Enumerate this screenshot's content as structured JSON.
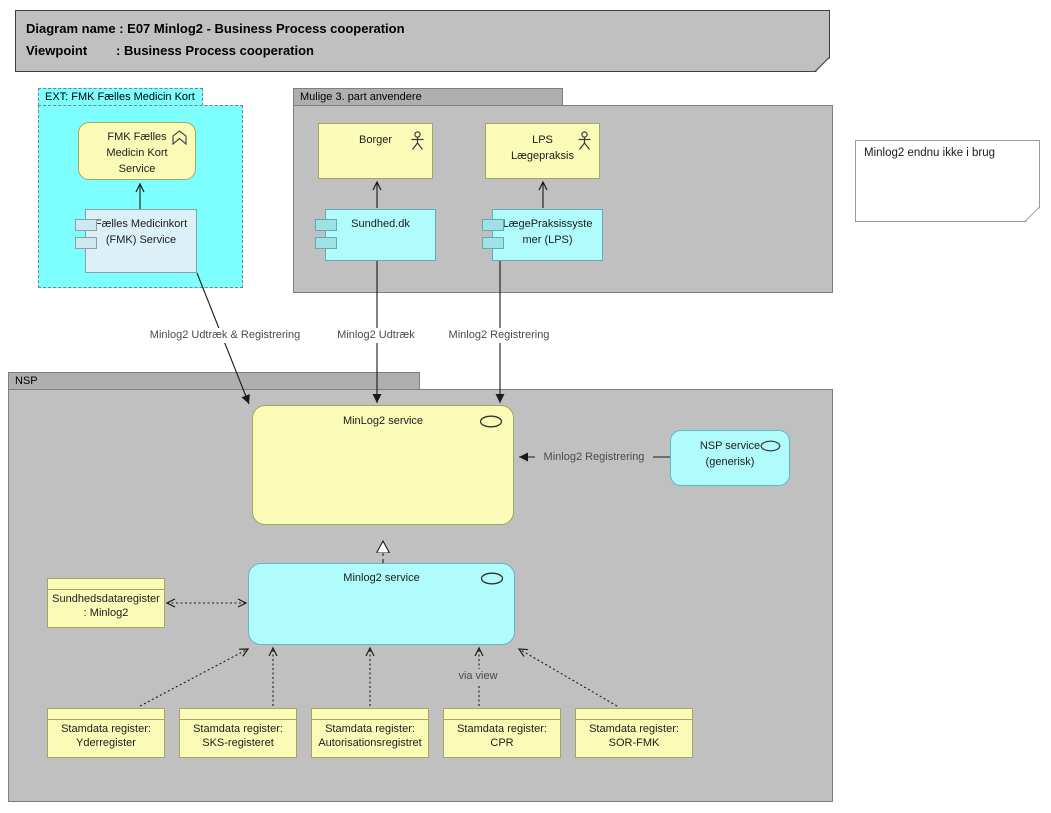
{
  "title": {
    "line1": "Diagram name : E07 Minlog2 - Business Process cooperation",
    "line2": "Viewpoint        : Business Process cooperation"
  },
  "groups": {
    "ext": {
      "label": "EXT: FMK Fælles Medicin Kort"
    },
    "mulige": {
      "label": "Mulige 3. part anvendere"
    },
    "nsp": {
      "label": "NSP"
    }
  },
  "nodes": {
    "fmk_service": {
      "label": "FMK Fælles Medicin Kort Service",
      "icon": "chevron-up-icon"
    },
    "fmk_component": {
      "label": "Fælles Medicinkort (FMK) Service",
      "icon": "component-icon"
    },
    "borger": {
      "label": "Borger",
      "icon": "actor-icon"
    },
    "lps_actor": {
      "label": "LPS Lægepraksis",
      "icon": "actor-icon"
    },
    "sundhed_dk": {
      "label": "Sundhed.dk",
      "icon": "component-icon"
    },
    "lps_component": {
      "label": "LægePraksissystemer (LPS)",
      "icon": "component-icon"
    },
    "minlog2_service_business": {
      "label": "MinLog2 service",
      "icon": "service-oval-icon"
    },
    "nsp_service_generic": {
      "line1": "NSP service",
      "line2": "(generisk)",
      "icon": "service-oval-icon"
    },
    "minlog2_service_app": {
      "label": "Minlog2 service",
      "icon": "service-oval-icon"
    },
    "sundhedsdataregister": {
      "label": "Sundhedsdataregister: Minlog2"
    },
    "stamdata": [
      {
        "label": "Stamdata register: Yderregister"
      },
      {
        "label": "Stamdata register: SKS-registeret"
      },
      {
        "label": "Stamdata register: Autorisationsregistret"
      },
      {
        "label": "Stamdata register: CPR"
      },
      {
        "label": "Stamdata register: SOR-FMK"
      }
    ]
  },
  "note": {
    "text": "Minlog2 endnu ikke i brug"
  },
  "connections": {
    "udtraek_registrering": "Minlog2 Udtræk & Registrering",
    "udtraek": "Minlog2 Udtræk",
    "registrering": "Minlog2 Registrering",
    "nsp_registrering": "Minlog2 Registrering",
    "via_view": "via view"
  },
  "colors": {
    "group_gray": "#c0c0c0",
    "group_tab_gray": "#afafaf",
    "ext_cyan": "#7dffff",
    "element_yellow": "#fbfbb8",
    "element_cyan": "#b0fbfb",
    "component_lightblue": "#dbf0f7",
    "line": "#1a1a1a"
  }
}
